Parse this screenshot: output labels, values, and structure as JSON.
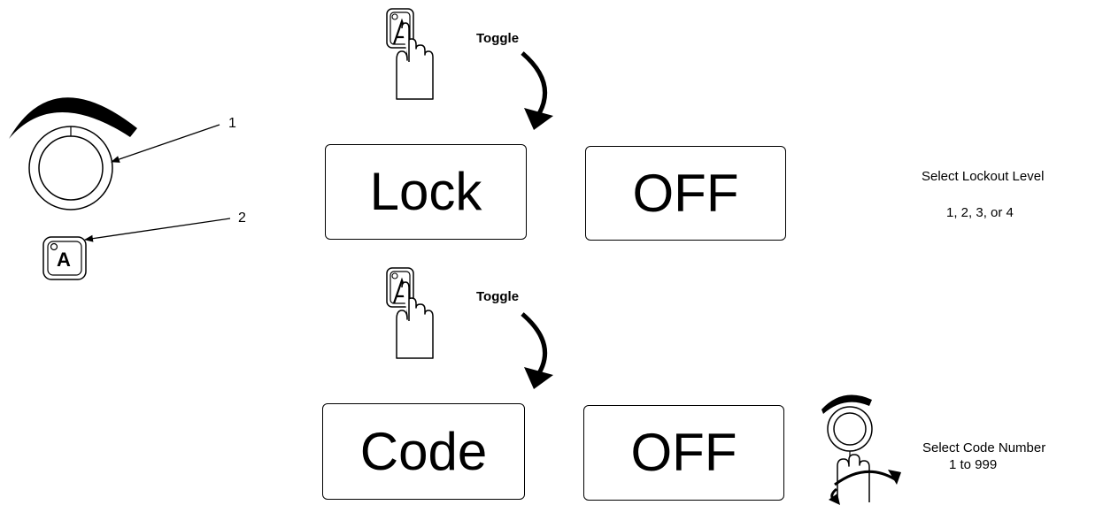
{
  "callouts": {
    "dial_number": "1",
    "button_number": "2"
  },
  "steps": [
    {
      "toggle_label": "Toggle",
      "display_left": "Lock",
      "display_right": "OFF"
    },
    {
      "toggle_label": "Toggle",
      "display_left": "Code",
      "display_right": "OFF"
    }
  ],
  "notes": {
    "lockout_title": "Select Lockout Level",
    "lockout_values": "1, 2, 3, or 4",
    "code_title": "Select Code Number",
    "code_values": "1 to 999"
  },
  "icons": {
    "button_glyph": "A",
    "dial": "selector-dial-icon",
    "button": "a-button-icon",
    "press": "finger-press-icon",
    "rotate": "rotate-dial-icon"
  },
  "colors": {
    "ink": "#000000",
    "paper": "#ffffff"
  }
}
